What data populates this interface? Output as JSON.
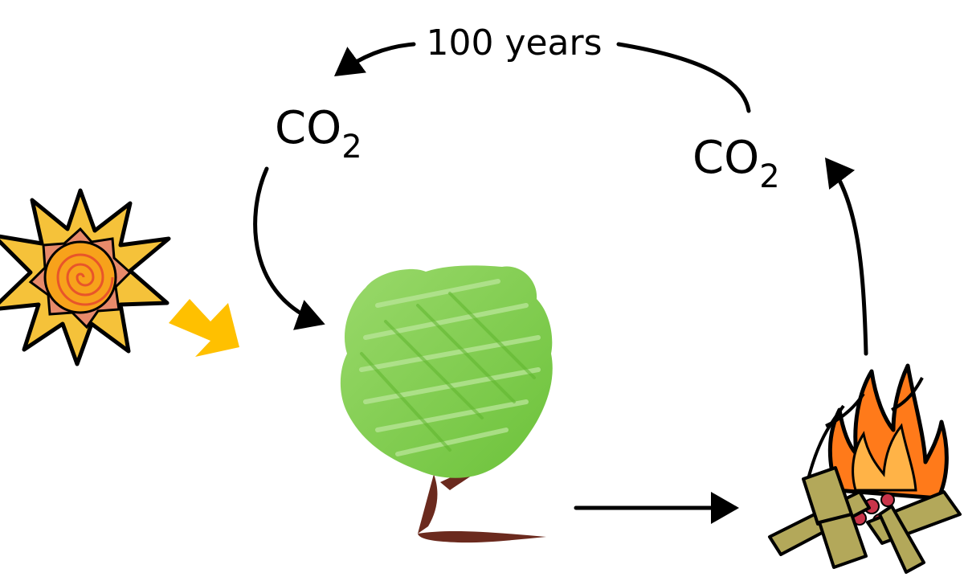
{
  "labels": {
    "time": "100 years",
    "co2_left_main": "CO",
    "co2_left_sub": "2",
    "co2_right_main": "CO",
    "co2_right_sub": "2"
  },
  "icons": {
    "sun": "sun-icon",
    "light": "sunlight-arrow-icon",
    "tree": "tree-icon",
    "fire": "campfire-icon"
  },
  "colors": {
    "sun_core": "#f7a21b",
    "sun_rays": "#f5c23a",
    "sun_inner_rays": "#e88a6a",
    "light_arrow": "#ffc000",
    "tree_canopy": "#8fd35a",
    "tree_trunk": "#6b2a1e",
    "flame_outer": "#ff7a1a",
    "flame_inner": "#ffb347",
    "log": "#b3a85a",
    "ember": "#c9344a",
    "arrow": "#000000"
  }
}
